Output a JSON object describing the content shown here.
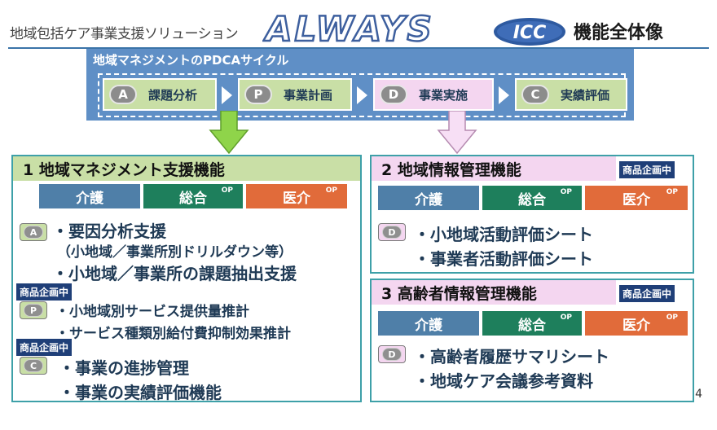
{
  "header": {
    "subtitle": "地域包括ケア事業支援ソリューション",
    "logo_text": "ALWAYS",
    "icc_text": "ICC",
    "title": "機能全体像"
  },
  "pdca": {
    "title": "地域マネジメントのPDCAサイクル",
    "steps": [
      {
        "letter": "A",
        "label": "課題分析"
      },
      {
        "letter": "P",
        "label": "事業計画"
      },
      {
        "letter": "D",
        "label": "事業実施"
      },
      {
        "letter": "C",
        "label": "実績評価"
      }
    ]
  },
  "categories": {
    "kaigo": "介護",
    "sougou": "総合",
    "iryou": "医介",
    "op": "OP"
  },
  "badge_text": "商品企画中",
  "panel1": {
    "title": "1 地域マネジメント支援機能",
    "a_line1": "・要因分析支援",
    "a_line2": "（小地域／事業所別ドリルダウン等）",
    "a_line3": "・小地域／事業所の課題抽出支援",
    "p_line1": "・小地域別サービス提供量推計",
    "p_line2": "・サービス種類別給付費抑制効果推計",
    "c_line1": "・事業の進捗管理",
    "c_line2": "・事業の実績評価機能"
  },
  "panel2": {
    "title": "2 地域情報管理機能",
    "line1": "・小地域活動評価シート",
    "line2": "・事業者活動評価シート"
  },
  "panel3": {
    "title": "3 高齢者情報管理機能",
    "line1": "・高齢者履歴サマリシート",
    "line2": "・地域ケア会議参考資料"
  },
  "page_number": "4",
  "colors": {
    "pdca_band": "#5f8fc6",
    "green_header": "#c9dfa6",
    "pink_header": "#f4d6f0",
    "panel_border": "#3ea0a8",
    "badge": "#1f3f78",
    "kaigo": "#4f7fa8",
    "sougou": "#1e7f5c",
    "iryou": "#e16b3a"
  }
}
